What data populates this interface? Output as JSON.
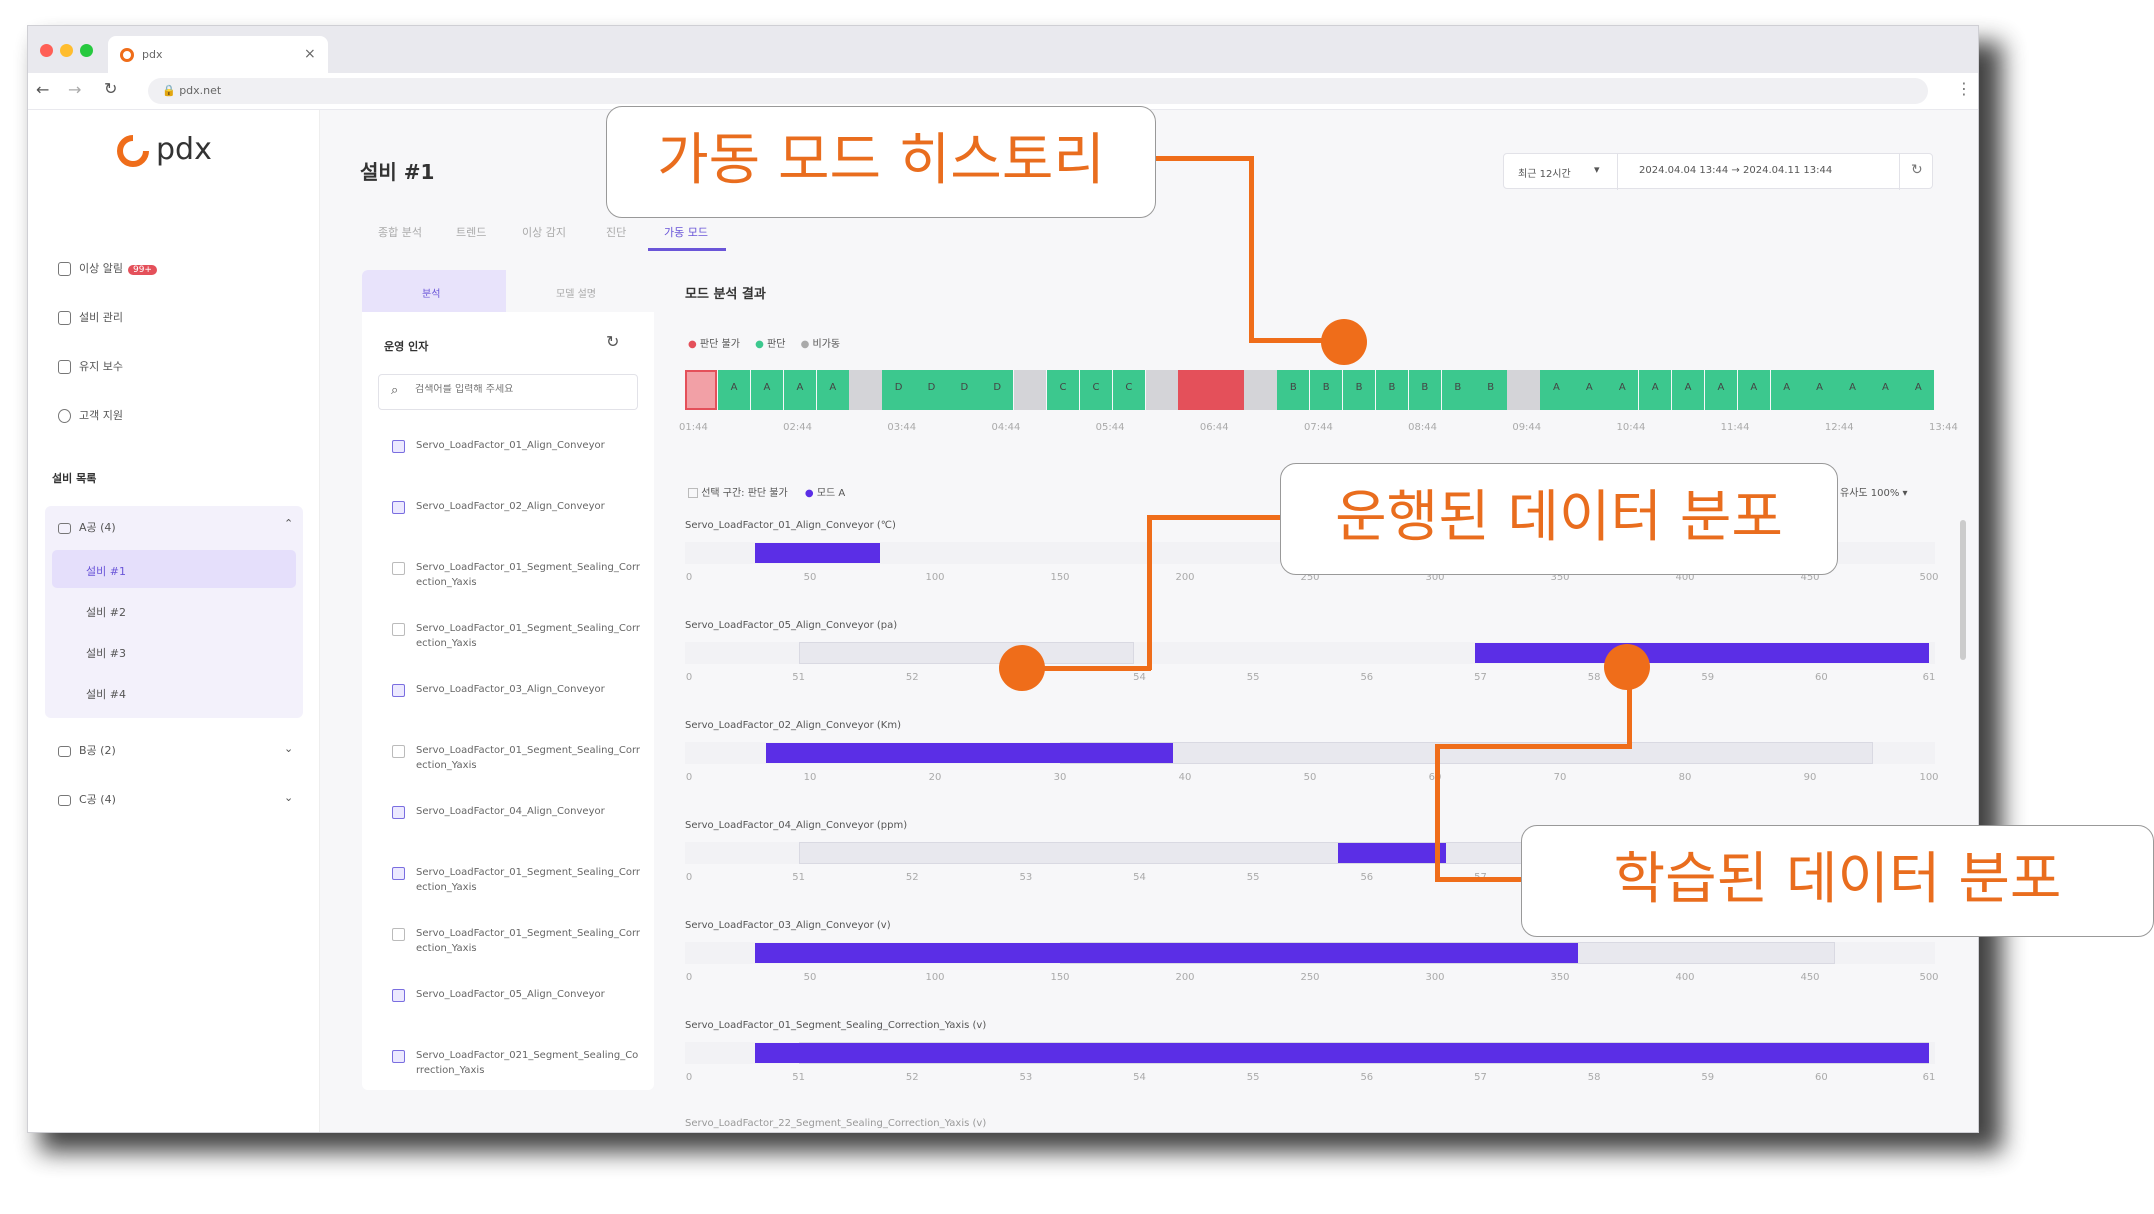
{
  "browser": {
    "tab_title": "pdx",
    "url": "pdx.net"
  },
  "sidebar": {
    "logo": "pdx",
    "menu": [
      "이상 알림",
      "설비 관리",
      "유지 보수",
      "고객 지원"
    ],
    "alert_badge": "99+",
    "section": "설비 목록",
    "groups": [
      {
        "label": "A공 (4)",
        "items": [
          "설비 #1",
          "설비 #2",
          "설비 #3",
          "설비 #4"
        ]
      },
      {
        "label": "B공 (2)"
      },
      {
        "label": "C공 (4)"
      }
    ]
  },
  "header": {
    "title": "설비 #1",
    "range_select": "최근 12시간",
    "range_text": "2024.04.04 13:44 → 2024.04.11 13:44"
  },
  "tabs": [
    "종합 분석",
    "트렌드",
    "이상 감지",
    "진단",
    "가동 모드"
  ],
  "left_panel": {
    "tabs": [
      "분석",
      "모델 설명"
    ],
    "title": "운영 인자",
    "search_placeholder": "검색어를 입력해 주세요",
    "items": [
      {
        "t": "Servo_LoadFactor_01_Align_Conveyor",
        "c": true
      },
      {
        "t": "Servo_LoadFactor_02_Align_Conveyor",
        "c": true
      },
      {
        "t": "Servo_LoadFactor_01_Segment_Sealing_Correction_Yaxis",
        "c": false
      },
      {
        "t": "Servo_LoadFactor_01_Segment_Sealing_Correction_Yaxis",
        "c": false
      },
      {
        "t": "Servo_LoadFactor_03_Align_Conveyor",
        "c": true
      },
      {
        "t": "Servo_LoadFactor_01_Segment_Sealing_Correction_Yaxis",
        "c": false
      },
      {
        "t": "Servo_LoadFactor_04_Align_Conveyor",
        "c": true
      },
      {
        "t": "Servo_LoadFactor_01_Segment_Sealing_Correction_Yaxis",
        "c": true
      },
      {
        "t": "Servo_LoadFactor_01_Segment_Sealing_Correction_Yaxis",
        "c": false
      },
      {
        "t": "Servo_LoadFactor_05_Align_Conveyor",
        "c": true
      },
      {
        "t": "Servo_LoadFactor_021_Segment_Sealing_Correction_Yaxis",
        "c": true
      }
    ]
  },
  "main": {
    "title": "모드 분석 결과",
    "legend": [
      "판단 불가",
      "판단",
      "비가동"
    ],
    "legend_colors": [
      "#e4505a",
      "#3cc88e",
      "#bbbbbb"
    ],
    "timeline_labels": [
      "01:44",
      "02:44",
      "03:44",
      "04:44",
      "05:44",
      "06:44",
      "07:44",
      "08:44",
      "09:44",
      "10:44",
      "11:44",
      "12:44",
      "13:44"
    ],
    "timeline": [
      [
        "sel",
        ""
      ],
      [
        "g",
        "A"
      ],
      [
        "g",
        "A"
      ],
      [
        "g",
        "A"
      ],
      [
        "g",
        "A"
      ],
      [
        "x",
        ""
      ],
      [
        "g",
        "D"
      ],
      [
        "g",
        "D"
      ],
      [
        "g",
        "D"
      ],
      [
        "g",
        "D"
      ],
      [
        "x",
        ""
      ],
      [
        "g",
        "C"
      ],
      [
        "g",
        "C"
      ],
      [
        "g",
        "C"
      ],
      [
        "x",
        ""
      ],
      [
        "r",
        ""
      ],
      [
        "r",
        ""
      ],
      [
        "x",
        ""
      ],
      [
        "g",
        "B"
      ],
      [
        "g",
        "B"
      ],
      [
        "g",
        "B"
      ],
      [
        "g",
        "B"
      ],
      [
        "g",
        "B"
      ],
      [
        "g",
        "B"
      ],
      [
        "g",
        "B"
      ],
      [
        "x",
        ""
      ],
      [
        "g",
        "A"
      ],
      [
        "g",
        "A"
      ],
      [
        "g",
        "A"
      ],
      [
        "g",
        "A"
      ],
      [
        "g",
        "A"
      ],
      [
        "g",
        "A"
      ],
      [
        "g",
        "A"
      ],
      [
        "g",
        "A"
      ],
      [
        "g",
        "A"
      ],
      [
        "g",
        "A"
      ],
      [
        "g",
        "A"
      ],
      [
        "g",
        "A"
      ]
    ],
    "options": {
      "check_label": "선택 구간: 판단 불가",
      "mode_label": "모드 A",
      "sim_label": "유사도 100%"
    }
  },
  "distributions": [
    {
      "label": "Servo_LoadFactor_01_Align_Conveyor (℃)",
      "ticks": [
        "0",
        "50",
        "100",
        "150",
        "200",
        "250",
        "300",
        "350",
        "400",
        "450",
        "500"
      ],
      "min": 0,
      "max": 500,
      "learned": [
        350,
        450
      ],
      "run": [
        28,
        78
      ]
    },
    {
      "label": "Servo_LoadFactor_05_Align_Conveyor (pa)",
      "ticks": [
        "0",
        "51",
        "52",
        "53",
        "54",
        "55",
        "56",
        "57",
        "58",
        "59",
        "60",
        "61"
      ],
      "min": 0,
      "max": 11,
      "learned": [
        1,
        3.95
      ],
      "run": [
        6.95,
        10.95
      ]
    },
    {
      "label": "Servo_LoadFactor_02_Align_Conveyor (Km)",
      "ticks": [
        "0",
        "10",
        "20",
        "30",
        "40",
        "50",
        "60",
        "70",
        "80",
        "90",
        "100"
      ],
      "min": 0,
      "max": 100,
      "learned": [
        30,
        95
      ],
      "run": [
        6.5,
        39
      ]
    },
    {
      "label": "Servo_LoadFactor_04_Align_Conveyor (ppm)",
      "ticks": [
        "0",
        "51",
        "52",
        "53",
        "54",
        "55",
        "56",
        "57",
        "58",
        "59",
        "60",
        "61"
      ],
      "min": 0,
      "max": 11,
      "learned": [
        1,
        10.95
      ],
      "run": [
        5.75,
        6.7
      ]
    },
    {
      "label": "Servo_LoadFactor_03_Align_Conveyor (v)",
      "ticks": [
        "0",
        "50",
        "100",
        "150",
        "200",
        "250",
        "300",
        "350",
        "400",
        "450",
        "500"
      ],
      "min": 0,
      "max": 500,
      "learned": [
        150,
        460
      ],
      "run": [
        28,
        357
      ]
    },
    {
      "label": "Servo_LoadFactor_01_Segment_Sealing_Correction_Yaxis (v)",
      "ticks": [
        "0",
        "51",
        "52",
        "53",
        "54",
        "55",
        "56",
        "57",
        "58",
        "59",
        "60",
        "61"
      ],
      "min": 0,
      "max": 11,
      "learned": [
        1,
        10.95
      ],
      "run": [
        0.62,
        10.95
      ]
    }
  ],
  "last_label": "Servo_LoadFactor_22_Segment_Sealing_Correction_Yaxis (v)",
  "callouts": {
    "history": "가동 모드 히스토리",
    "run_dist": "운행된 데이터 분포",
    "learn_dist": "학습된 데이터 분포"
  }
}
